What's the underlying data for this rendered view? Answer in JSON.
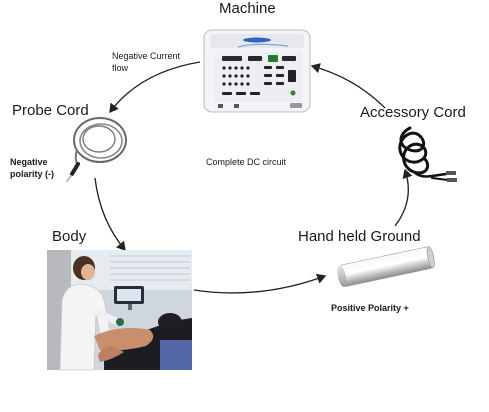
{
  "labels": {
    "machine": "Machine",
    "probe_cord": "Probe Cord",
    "accessory_cord": "Accessory Cord",
    "body": "Body",
    "hand_held_ground": "Hand held Ground",
    "negative_current_flow_1": "Negative Current",
    "negative_current_flow_2": "flow",
    "negative_polarity_1": "Negative",
    "negative_polarity_2": "polarity (-)",
    "complete_dc_circuit": "Complete DC circuit",
    "positive_polarity": "Positive Polarity +"
  },
  "colors": {
    "arrow": "#222222",
    "machine_body": "#f3f4f6",
    "machine_accent": "#2f64c4",
    "ground_rod": "#d9d9d9"
  }
}
